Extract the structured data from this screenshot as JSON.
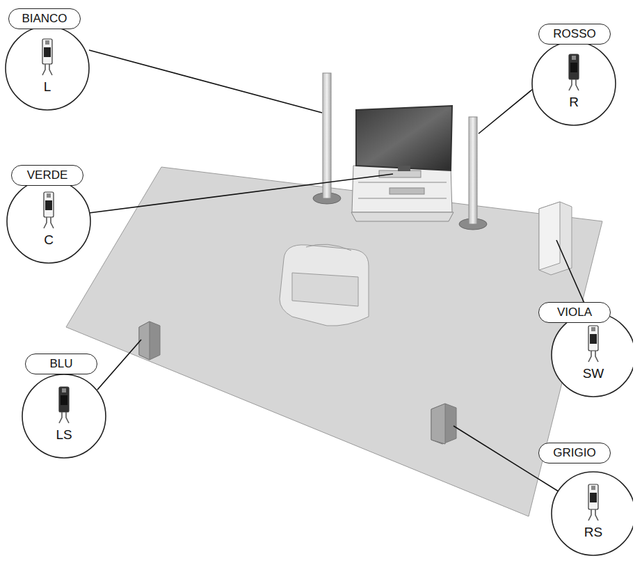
{
  "diagram": {
    "nodes": [
      {
        "text": [
          "BIANCO",
          "L"
        ]
      },
      {
        "text": [
          "ROSSO",
          "R"
        ]
      },
      {
        "text": [
          "VERDE",
          "C"
        ]
      },
      {
        "text": [
          "VIOLA",
          "SW"
        ]
      },
      {
        "text": [
          "BLU",
          "LS"
        ]
      },
      {
        "text": [
          "GRIGIO",
          "RS"
        ]
      }
    ]
  }
}
